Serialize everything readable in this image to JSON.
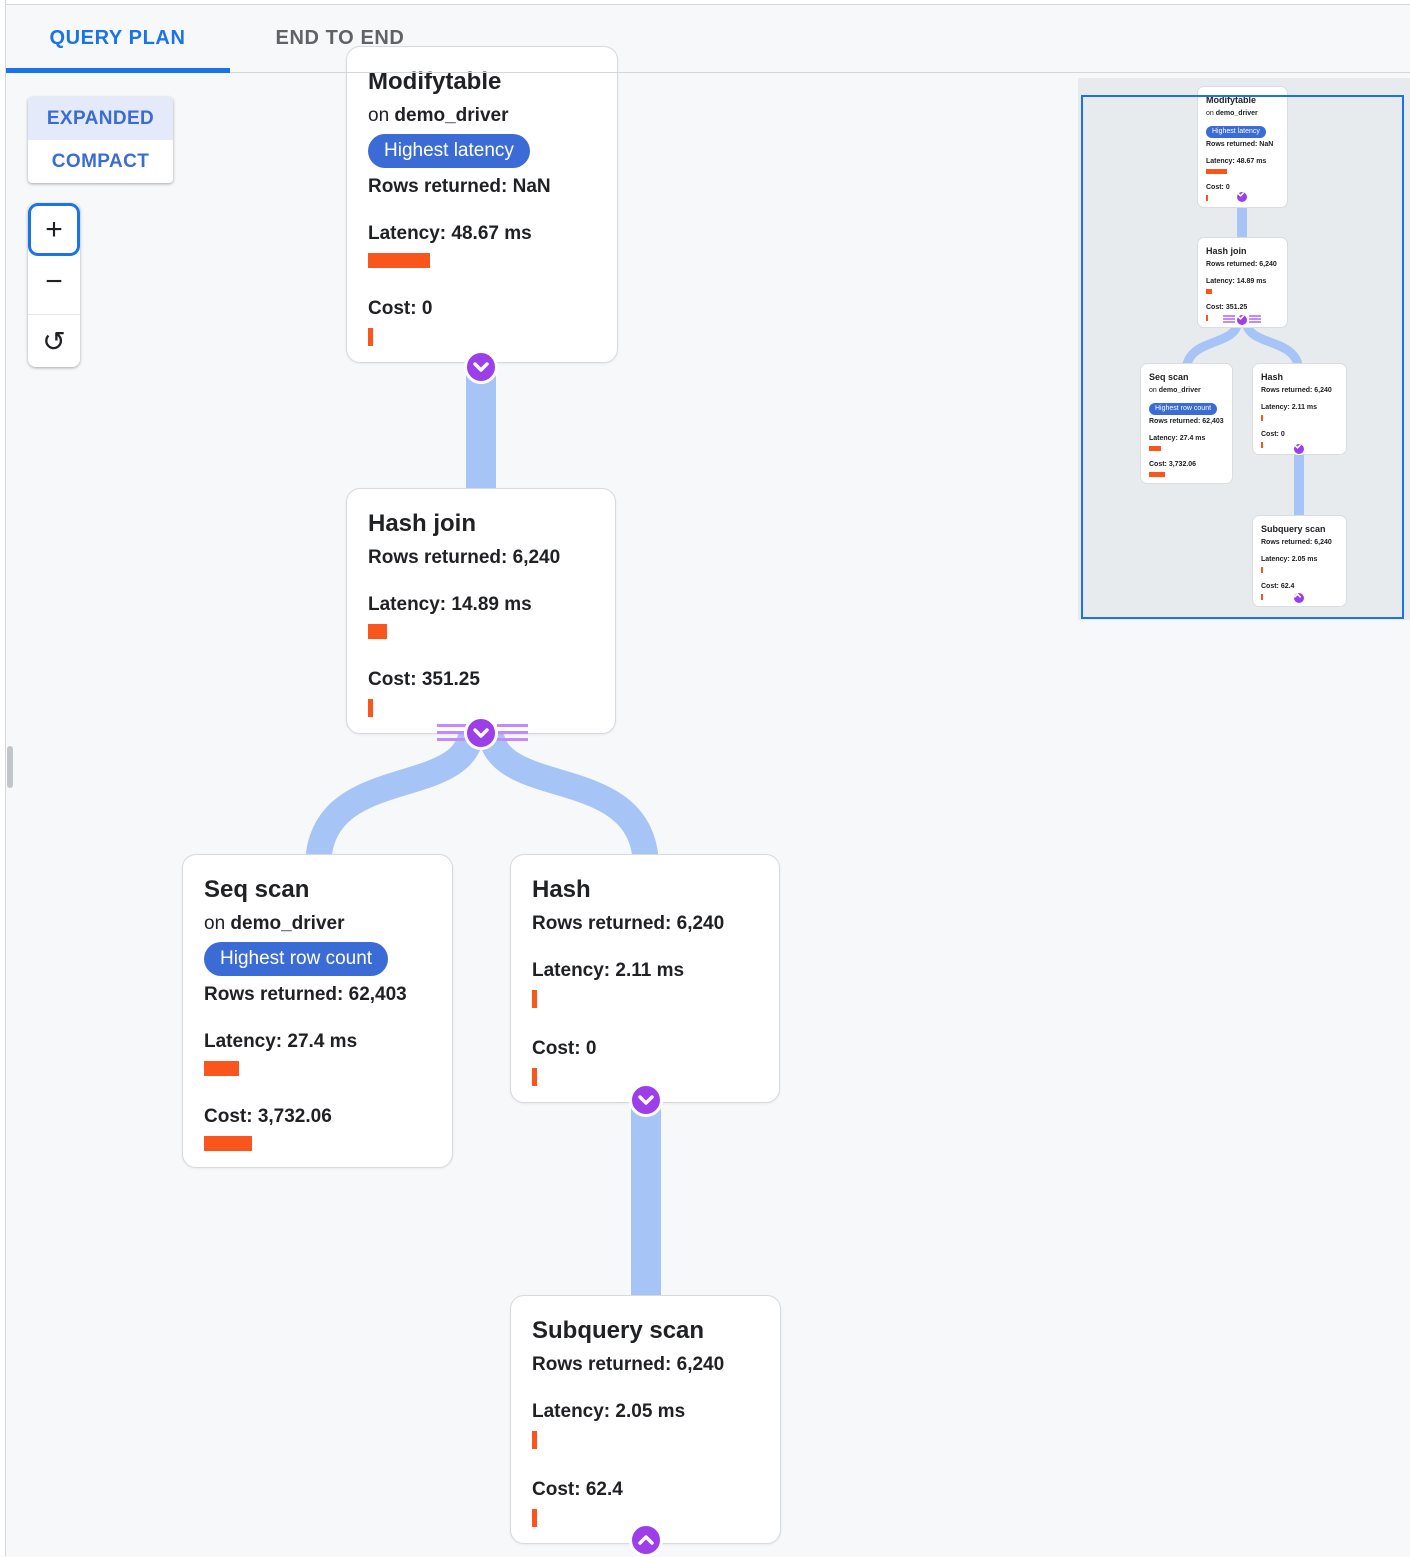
{
  "tab_bar": {
    "tabs": [
      {
        "label": "QUERY PLAN",
        "active": true
      },
      {
        "label": "END TO END",
        "active": false
      }
    ]
  },
  "view_toggle": {
    "expanded_label": "EXPANDED",
    "compact_label": "COMPACT",
    "selected": "EXPANDED"
  },
  "zoom_controls": {
    "zoom_in_label": "+",
    "zoom_out_label": "−",
    "reset_icon_glyph": "↺"
  },
  "nodes": [
    {
      "title": "Modifytable",
      "on_prefix": "on",
      "table": "demo_driver",
      "badge": "Highest latency",
      "rows": "Rows returned: NaN",
      "latency": "Latency: 48.67 ms",
      "latency_ms": 48.67,
      "cost_text": "Cost: 0",
      "cost_value": 0
    },
    {
      "title": "Hash join",
      "rows": "Rows returned: 6,240",
      "latency": "Latency: 14.89 ms",
      "latency_ms": 14.89,
      "cost_text": "Cost: 351.25",
      "cost_value": 351.25
    },
    {
      "title": "Seq scan",
      "on_prefix": "on",
      "table": "demo_driver",
      "badge": "Highest row count",
      "rows": "Rows returned: 62,403",
      "latency": "Latency: 27.4 ms",
      "latency_ms": 27.4,
      "cost_text": "Cost: 3,732.06",
      "cost_value": 3732.06
    },
    {
      "title": "Hash",
      "rows": "Rows returned: 6,240",
      "latency": "Latency: 2.11 ms",
      "latency_ms": 2.11,
      "cost_text": "Cost: 0",
      "cost_value": 0
    },
    {
      "title": "Subquery scan",
      "rows": "Rows returned: 6,240",
      "latency": "Latency: 2.05 ms",
      "latency_ms": 2.05,
      "cost_text": "Cost: 62.4",
      "cost_value": 62.4
    }
  ],
  "edges": [
    {
      "from": "Modifytable",
      "to": "Hash join"
    },
    {
      "from": "Hash join",
      "to": "Seq scan"
    },
    {
      "from": "Hash join",
      "to": "Hash"
    },
    {
      "from": "Hash",
      "to": "Subquery scan"
    }
  ],
  "colors": {
    "accent_blue": "#1a73e8",
    "badge_blue": "#3b6cd6",
    "bar_orange": "#fb551e",
    "edge_blue": "#a7c4f7",
    "junction_purple": "#9d3fe8",
    "junction_line_purple": "#c58af9"
  }
}
